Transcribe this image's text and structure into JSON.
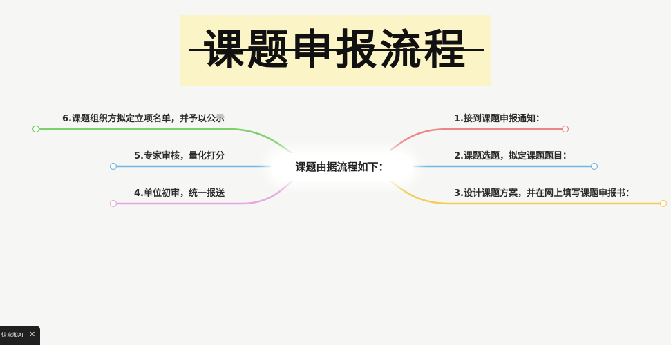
{
  "title": "课题申报流程",
  "center": "课题由据流程如下：",
  "branches": [
    {
      "id": "6",
      "label": "6.课题组织方拟定立项名单，并予以公示",
      "color": "#7fcf6a",
      "marker": "①",
      "side": "left"
    },
    {
      "id": "5",
      "label": "5.专家审核，量化打分",
      "color": "#6fb8e3",
      "marker": "②",
      "side": "left"
    },
    {
      "id": "4",
      "label": "4.单位初审，统一报送",
      "color": "#e7a8e0",
      "marker": "③",
      "side": "left"
    },
    {
      "id": "1",
      "label": "1.接到课题申报通知：",
      "color": "#ec8585",
      "marker": "①",
      "side": "right"
    },
    {
      "id": "2",
      "label": "2.课题选题，拟定课题题目：",
      "color": "#6fb8e3",
      "marker": "②",
      "side": "right"
    },
    {
      "id": "3",
      "label": "3.设计课题方案，并在网上填写课题申报书：",
      "color": "#f2cd5a",
      "marker": "③",
      "side": "right"
    }
  ],
  "watermark": {
    "text": "快来和AI",
    "close_icon": "close-icon",
    "close_glyph": "✕"
  }
}
